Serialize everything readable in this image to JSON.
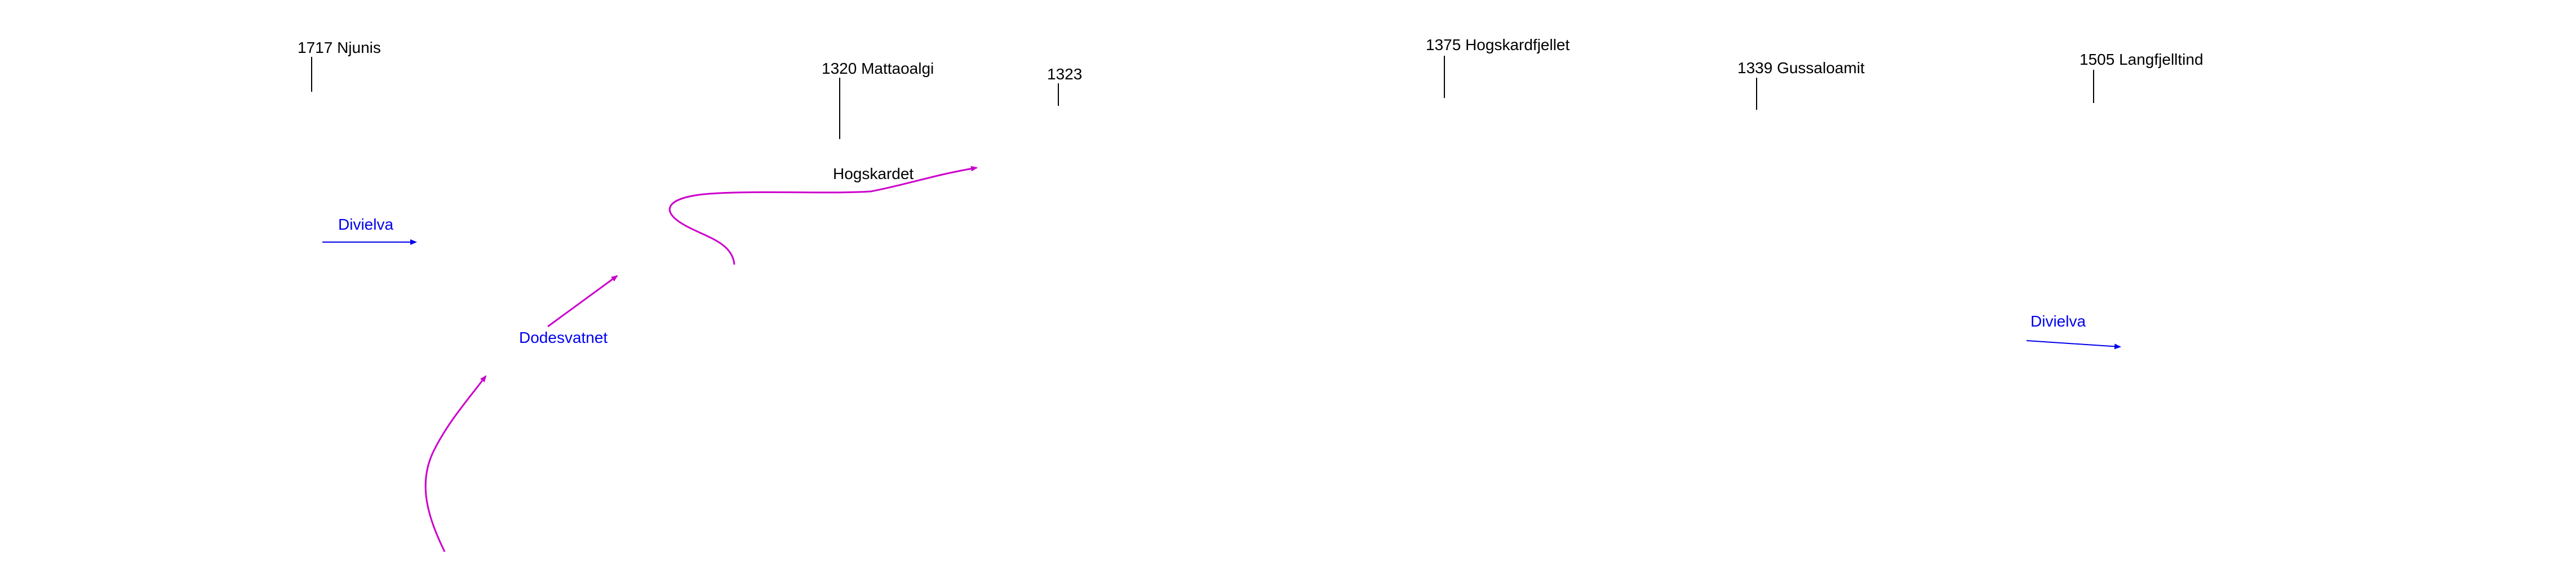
{
  "colors": {
    "peak_text": "#000000",
    "river": "#0000ee",
    "route": "#cc00cc"
  },
  "peaks": [
    {
      "elevation": "1717",
      "name": "Njunis"
    },
    {
      "elevation": "1320",
      "name": "Mattaoalgi"
    },
    {
      "elevation": "1323",
      "name": ""
    },
    {
      "elevation": "1375",
      "name": "Hogskardfjellet"
    },
    {
      "elevation": "1339",
      "name": "Gussaloamit"
    },
    {
      "elevation": "1505",
      "name": "Langfjelltind"
    }
  ],
  "rivers": [
    {
      "name": "Divielva"
    },
    {
      "name": "Divielva"
    }
  ],
  "lakes": [
    {
      "name": "Dodesvatnet"
    }
  ],
  "places": [
    {
      "name": "Hogskardet"
    }
  ]
}
